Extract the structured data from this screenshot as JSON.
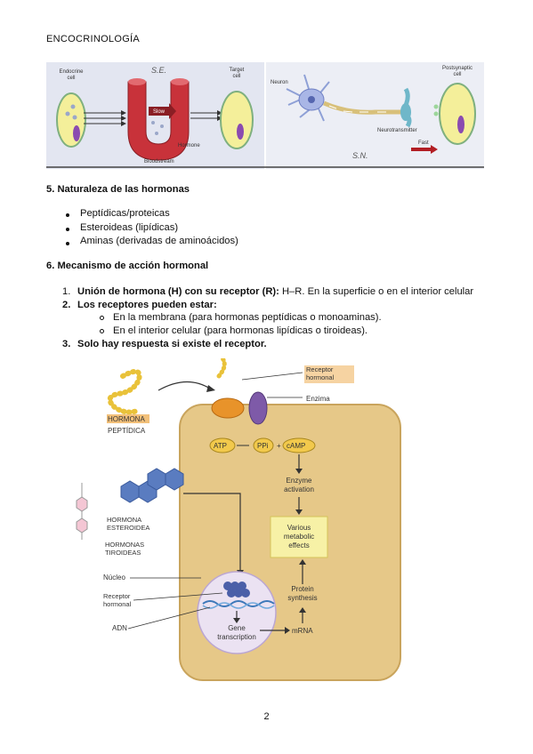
{
  "header": {
    "title": "ENCOCRINOLOGÍA"
  },
  "figure1": {
    "left_panel": {
      "endocrine_cell": "Endocrine\ncell",
      "handwritten": "S.E.",
      "target_cell": "Target\ncell",
      "slow": "Slow",
      "hormone": "Hormone",
      "bloodstream": "Bloodstream"
    },
    "right_panel": {
      "neuron": "Neuron",
      "postsynaptic_cell": "Postsynaptic\ncell",
      "neurotransmitter": "Neurotransmitter",
      "fast": "Fast",
      "handwritten": "S.N."
    }
  },
  "section5": {
    "title": "5. Naturaleza de las hormonas",
    "items": [
      "Peptídicas/proteicas",
      "Esteroideas (lipídicas)",
      "Aminas (derivadas de aminoácidos)"
    ]
  },
  "section6": {
    "title": "6. Mecanismo de acción hormonal",
    "item1_num": "1.",
    "item1_bold": "Unión de hormona (H) con su receptor (R):",
    "item1_rest": " H–R. En la superficie o en el interior celular",
    "item2_num": "2.",
    "item2_bold": "Los receptores pueden estar:",
    "sub_items": [
      "En la membrana (para hormonas peptídicas o monoaminas).",
      "En el interior celular (para hormonas lipídicas o tiroideas)."
    ],
    "item3_num": "3.",
    "item3_bold": "Solo hay respuesta si existe el receptor."
  },
  "figure2": {
    "receptor_hormonal_top": "Receptor\nhormonal",
    "enzima": "Enzima",
    "hormona": "HORMONA",
    "peptidica": "PEPTÍDICA",
    "atp": "ATP",
    "ppi": "PPi",
    "plus": "+",
    "camp": "cAMP",
    "enzyme_activation": "Enzyme\nactivation",
    "various_metabolic_effects": "Various\nmetabolic\neffects",
    "hormona_esteroidea": "HORMONA\nESTEROIDEA",
    "hormonas_tiroideas": "HORMONAS\nTIROIDEAS",
    "nucleo": "Núcleo",
    "receptor_hormonal_bottom": "Receptor\nhormonal",
    "adn": "ADN",
    "protein_synthesis": "Protein\nsynthesis",
    "gene_transcription": "Gene\ntranscription",
    "mrna": "mRNA"
  },
  "page": {
    "number": "2"
  }
}
